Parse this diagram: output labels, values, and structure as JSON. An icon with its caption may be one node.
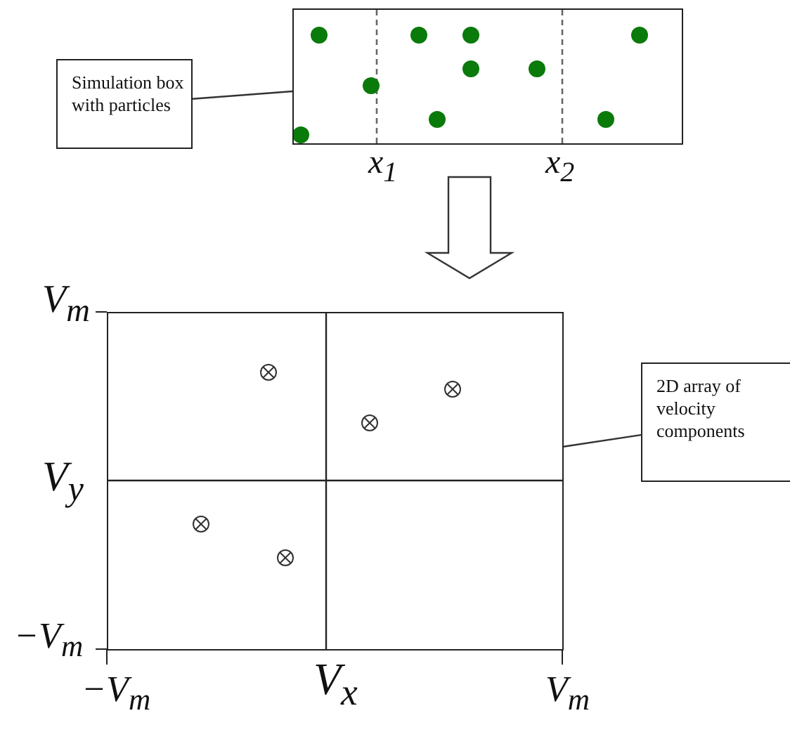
{
  "diagram": {
    "nodes": [
      {
        "text": [
          "Simulation box with particles"
        ]
      },
      {
        "text": [],
        "shape": "box"
      },
      {
        "text": [],
        "shape": "box"
      },
      {
        "text": [
          "2D array of velocity components"
        ]
      }
    ],
    "edges": [
      {
        "from": 0,
        "to": 1,
        "arrow": "none"
      },
      {
        "from": 1,
        "to": 2,
        "arrow": "to"
      },
      {
        "from": 3,
        "to": 2,
        "arrow": "none"
      }
    ],
    "labels": [
      "x$_{1}$",
      "x$_{2}$",
      "V$_{m}$",
      "V$_{y}$",
      "−V$_{m}$",
      "−V$_{m}$",
      "V$_{x}$",
      "V$_{m}$"
    ]
  }
}
